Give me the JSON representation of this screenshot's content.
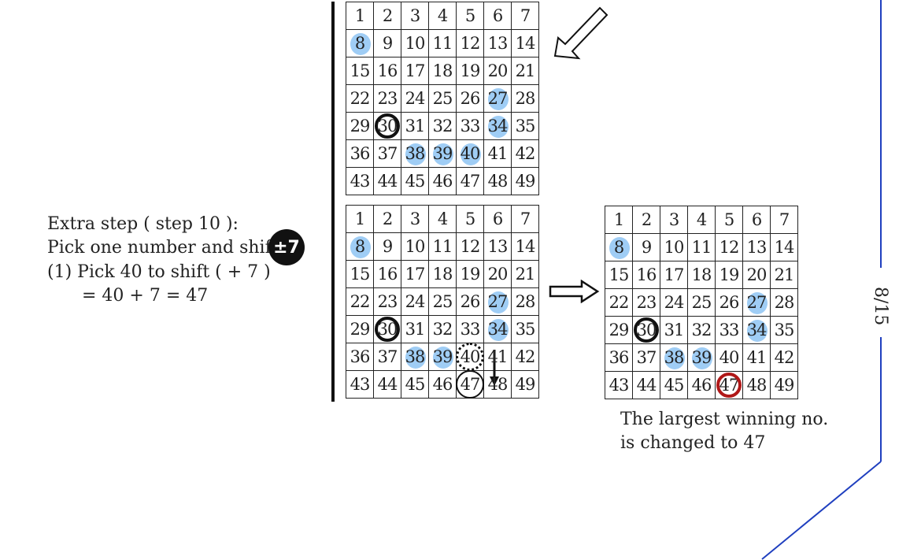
{
  "grid_numbers": [
    "1",
    "2",
    "3",
    "4",
    "5",
    "6",
    "7",
    "8",
    "9",
    "10",
    "11",
    "12",
    "13",
    "14",
    "15",
    "16",
    "17",
    "18",
    "19",
    "20",
    "21",
    "22",
    "23",
    "24",
    "25",
    "26",
    "27",
    "28",
    "29",
    "30",
    "31",
    "32",
    "33",
    "34",
    "35",
    "36",
    "37",
    "38",
    "39",
    "40",
    "41",
    "42",
    "43",
    "44",
    "45",
    "46",
    "47",
    "48",
    "49"
  ],
  "grids": [
    {
      "name": "grid-top",
      "highlighted": [
        8,
        27,
        34,
        38,
        39,
        40
      ],
      "marks": [
        {
          "n": 30,
          "style": "ring-black"
        }
      ]
    },
    {
      "name": "grid-middle",
      "highlighted": [
        8,
        27,
        34,
        38,
        39
      ],
      "marks": [
        {
          "n": 30,
          "style": "ring-black"
        },
        {
          "n": 40,
          "style": "ring-dotted"
        },
        {
          "n": 47,
          "style": "ring-thin"
        }
      ]
    },
    {
      "name": "grid-result",
      "highlighted": [
        8,
        27,
        34,
        38,
        39
      ],
      "marks": [
        {
          "n": 30,
          "style": "ring-black"
        },
        {
          "n": 47,
          "style": "ring-red"
        }
      ]
    }
  ],
  "explanation": {
    "line1": "Extra step ( step 10 ):",
    "line2": "Pick one number and shift",
    "badge": "±7",
    "line3": "(1) Pick 40 to shift ( + 7 )",
    "line4": "= 40 + 7 = 47"
  },
  "result": {
    "line1": "The largest winning no.",
    "line2": "is changed to 47"
  },
  "page_number": "8/15",
  "colors": {
    "highlight": "#9fcdf5",
    "result_ring": "#b01818",
    "frame_line": "#1f3fbf",
    "ink": "#111111"
  },
  "icons": [
    "diagonal-outline-arrow-icon",
    "right-outline-arrow-icon",
    "down-arrow-icon"
  ]
}
